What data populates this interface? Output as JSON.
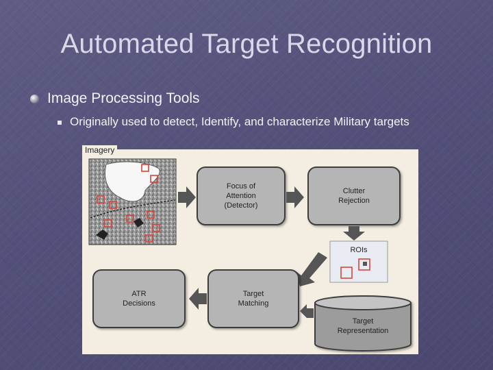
{
  "slide": {
    "title": "Automated Target Recognition",
    "bullets": [
      {
        "text": "Image Processing Tools",
        "sub": [
          {
            "text": "Originally used to detect, Identify, and characterize Military targets"
          }
        ]
      }
    ]
  },
  "diagram": {
    "imagery_label": "Imagery",
    "boxes": {
      "focus": [
        "Focus of",
        "Attention",
        "(Detector)"
      ],
      "clutter": [
        "Clutter",
        "Rejection"
      ],
      "rois": "ROIs",
      "atr": [
        "ATR",
        "Decisions"
      ],
      "matching": [
        "Target",
        "Matching"
      ],
      "representation": [
        "Target",
        "Representation"
      ]
    }
  },
  "colors": {
    "background": "#55537c",
    "box_fill": "#b5b5b5",
    "box_border": "#3d3d3d",
    "arrow": "#555555",
    "roi_marker": "#d8453a",
    "panel_background": "#f4ede2"
  }
}
